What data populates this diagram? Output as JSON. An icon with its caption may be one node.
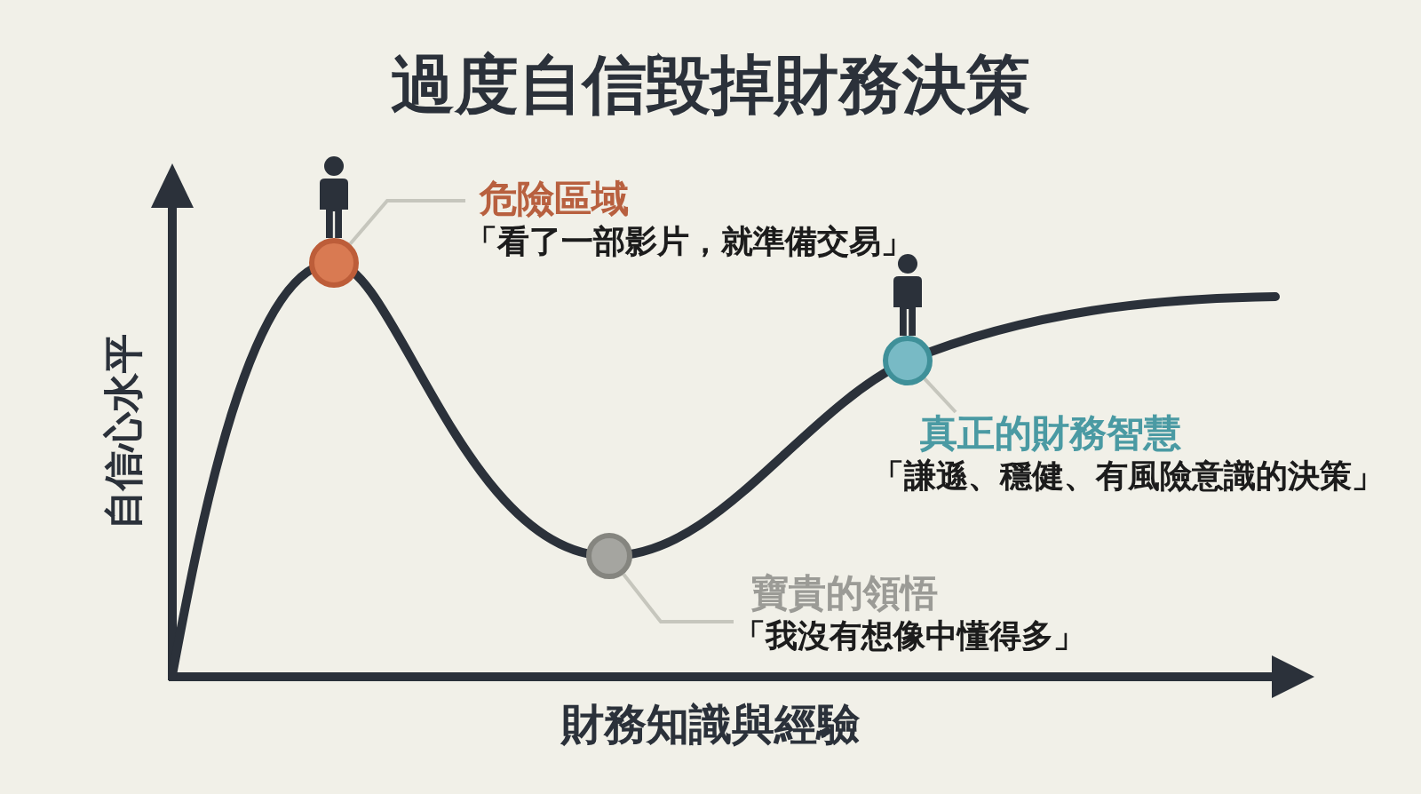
{
  "diagram": {
    "title": "過度自信毀掉財務決策",
    "nodes": [
      {
        "text": [
          "危險區域",
          "「看了一部影片，就準備交易」"
        ]
      },
      {
        "text": [
          "真正的財務智慧",
          "「謙遜、穩健、有風險意識的決策」"
        ]
      },
      {
        "text": [
          "寶貴的領悟",
          "「我沒有想像中懂得多」"
        ]
      },
      {
        "text": [],
        "shape": "circle"
      },
      {
        "text": [],
        "shape": "circle"
      },
      {
        "text": [],
        "shape": "circle"
      }
    ],
    "edges": [
      {
        "from": 0,
        "to": 3,
        "arrow": "none"
      },
      {
        "from": 1,
        "to": 5,
        "arrow": "none"
      },
      {
        "from": 2,
        "to": 4,
        "arrow": "none"
      }
    ],
    "labels": [
      "自信心水平",
      "財務知識與經驗"
    ]
  }
}
